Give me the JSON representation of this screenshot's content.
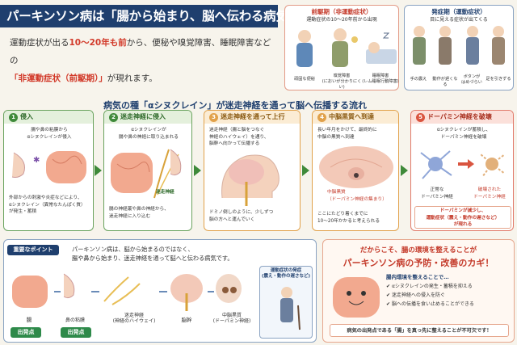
{
  "title": "パーキンソン病は「腸から始まり、脳へ伝わる病気」",
  "intro": {
    "l1a": "運動症状が出る",
    "l1b": "10〜20年も前",
    "l1c": "から、便秘や嗅覚障害、睡眠障害などの",
    "l2a": "「非運動症状（前駆期）」",
    "l2b": "が現れます。"
  },
  "prodromal": {
    "title": "前駆期（非運動症状）",
    "subtitle": "運動症状の10〜20年前から出現",
    "items": [
      "頑固な便秘",
      "嗅覚障害\n(においが分かりにくい)",
      "睡眠障害\n(レム睡眠行動障害)"
    ]
  },
  "onset": {
    "title": "発症期（運動症状）",
    "subtitle": "目に見える症状が出てくる",
    "items": [
      "手の震え",
      "動作が遅くなる",
      "ボタンが\nはめづらい",
      "足を引きずる"
    ]
  },
  "section_title": "病気の種「αシヌクレイン」が迷走神経を通って脳へ伝播する流れ",
  "steps": [
    {
      "num": "1",
      "title": "侵入",
      "t1": "腸や鼻の粘膜から\nαシヌクレインが侵入",
      "t2": "外部からの刺激や炎症などにより、\nαシヌクレイン（異常なたんぱく質）\nが発生・蓄積"
    },
    {
      "num": "2",
      "title": "迷走神経に侵入",
      "t1": "αシヌクレインが\n腸や鼻の神経に取り込まれる",
      "t2": "腸の神経叢や鼻の神経から、\n迷走神経に入り込む",
      "label": "迷走神経"
    },
    {
      "num": "3",
      "title": "迷走神経を通って上行",
      "t1": "迷走神経（腸と脳をつなぐ\n神経のハイウェイ）を通り、\n脳幹へ向かって伝播する",
      "t2": "ドミノ倒しのように、少しずつ\n脳の方へと運んでいく"
    },
    {
      "num": "4",
      "title": "中脳黒質へ到達",
      "t1": "長い年月をかけて、最終的に\n中脳の黒質へ到達",
      "t2": "ここにたどり着くまでに\n10〜20年かかると考えられる",
      "label": "中脳黒質\n（ドーパミン神経の集まり）"
    },
    {
      "num": "5",
      "title": "ドーパミン神経を破壊",
      "t1": "αシヌクレインが蓄積し、\nドーパミン神経を破壊",
      "normal": "正常な\nドーパミン神経",
      "broken": "破壊された\nドーパミン神経",
      "t2": "ドーパミンが減少し、\n運動症状（震え・動作の遅さなど）\nが現れる"
    }
  ],
  "key": {
    "label": "重要なポイント",
    "text": "パーキンソン病は、脳から始まるのではなく、\n腸や鼻から始まり、迷走神経を通って脳へと伝わる病気です。",
    "parts": [
      "腸",
      "鼻の粘膜",
      "迷走神経\n(神経のハイウェイ)",
      "脳幹",
      "中脳黒質\n(ドーパミン神経)"
    ],
    "origin": "出発点",
    "motor": "運動症状の発症\n(震え・動作の遅さなど)"
  },
  "right": {
    "line1": "だからこそ、腸の環境を整えることが",
    "line2": "パーキンソン病の予防・改善のカギ！",
    "sub": "腸内環境を整えることで…",
    "bullets": [
      "αシヌクレインの発生・蓄積を抑える",
      "迷走神経への侵入を防ぐ",
      "脳への伝播を食い止めることができる"
    ],
    "footer": "病気の出発点である「腸」を真っ先に整えることが不可欠です！"
  },
  "colors": {
    "navy": "#1f3f6e",
    "red": "#d23a2a",
    "green": "#3f8a3a"
  }
}
